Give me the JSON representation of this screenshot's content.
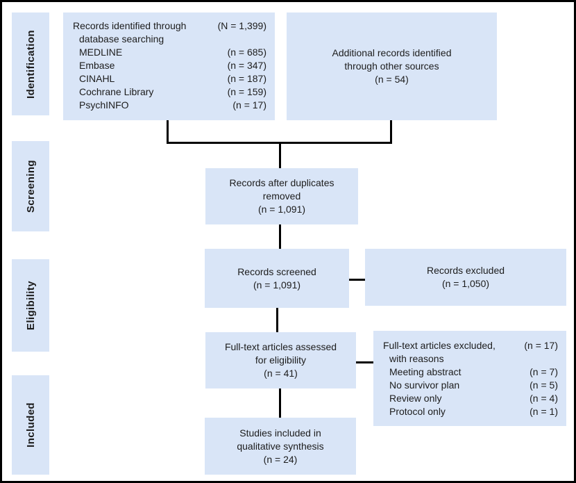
{
  "colors": {
    "box_fill": "#d9e5f7",
    "line_color": "#000000",
    "text_color": "#1c1c1c"
  },
  "stages": {
    "identification": "Identification",
    "screening": "Screening",
    "eligibility": "Eligibility",
    "included": "Included"
  },
  "boxes": {
    "identified": {
      "rows": [
        {
          "label": "Records identified through",
          "count": "(N = 1,399)"
        },
        {
          "label": "database searching",
          "count": ""
        },
        {
          "label": "MEDLINE",
          "count": "(n = 685)"
        },
        {
          "label": "Embase",
          "count": "(n = 347)"
        },
        {
          "label": "CINAHL",
          "count": "(n = 187)"
        },
        {
          "label": "Cochrane Library",
          "count": "(n = 159)"
        },
        {
          "label": "PsychINFO",
          "count": "(n = 17)"
        }
      ]
    },
    "additional": {
      "lines": [
        "Additional records identified",
        "through other sources",
        "(n = 54)"
      ]
    },
    "after_duplicates": {
      "lines": [
        "Records after duplicates",
        "removed",
        "(n = 1,091)"
      ]
    },
    "screened": {
      "lines": [
        "Records screened",
        "(n = 1,091)"
      ]
    },
    "excluded": {
      "lines": [
        "Records excluded",
        "(n = 1,050)"
      ]
    },
    "fulltext": {
      "lines": [
        "Full-text articles assessed",
        "for eligibility",
        "(n = 41)"
      ]
    },
    "fulltext_excluded": {
      "rows": [
        {
          "label": "Full-text articles excluded,",
          "count": "(n = 17)"
        },
        {
          "label": "with reasons",
          "count": ""
        },
        {
          "label": "Meeting abstract",
          "count": "(n = 7)"
        },
        {
          "label": "No survivor plan",
          "count": "(n = 5)"
        },
        {
          "label": "Review only",
          "count": "(n = 4)"
        },
        {
          "label": "Protocol only",
          "count": "(n = 1)"
        }
      ]
    },
    "included_studies": {
      "lines": [
        "Studies included in",
        "qualitative synthesis",
        "(n = 24)"
      ]
    }
  }
}
